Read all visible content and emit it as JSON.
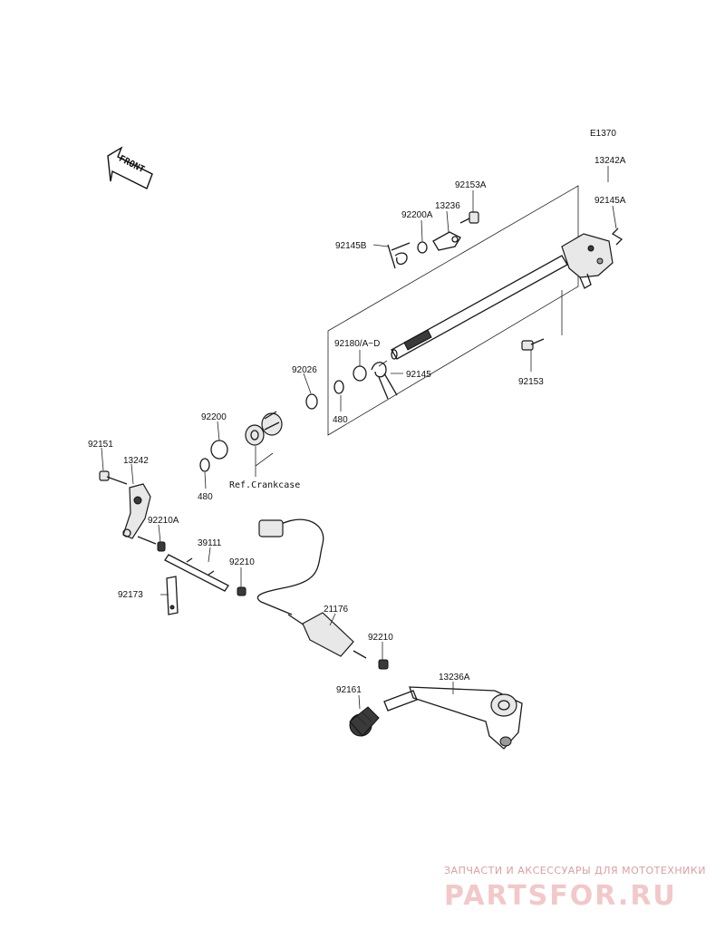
{
  "diagram_code": "E1370",
  "front_label": "FRONT",
  "labels": {
    "p13242A": "13242A",
    "p92145A": "92145A",
    "p92153A": "92153A",
    "p13236": "13236",
    "p92200A": "92200A",
    "p92145B": "92145B",
    "p92180": "92180/A~D",
    "p92145": "92145",
    "p92153": "92153",
    "p92026": "92026",
    "p480a": "480",
    "p92200": "92200",
    "p480b": "480",
    "p_refcrank": "Ref.Crankcase",
    "p92151": "92151",
    "p13242": "13242",
    "p92210A": "92210A",
    "p39111": "39111",
    "p92210a": "92210",
    "p92173": "92173",
    "p21176": "21176",
    "p92210b": "92210",
    "p92161": "92161",
    "p13236A": "13236A"
  },
  "watermark": {
    "line1": "ЗАПЧАСТИ И АКСЕССУАРЫ ДЛЯ МОТОТЕХНИКИ",
    "line2": "PARTSFOR.RU"
  }
}
